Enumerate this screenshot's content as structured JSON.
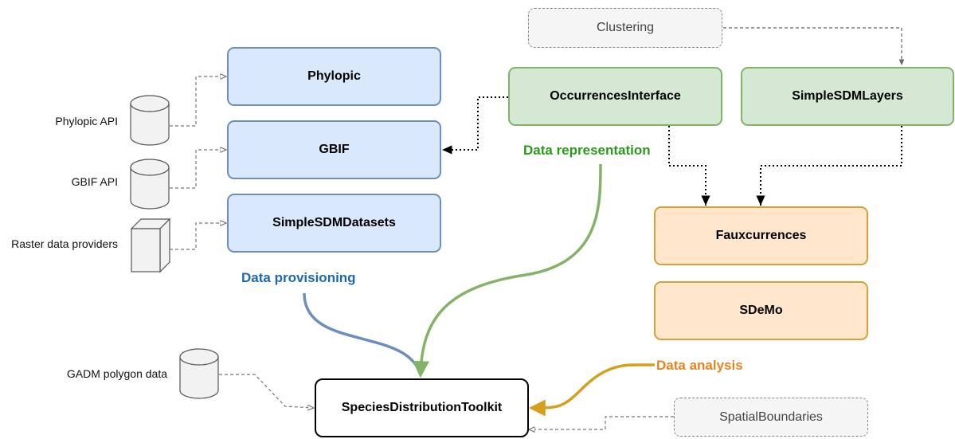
{
  "colors": {
    "provisioning": "#1f67b3",
    "representation": "#2a9a1a",
    "analysis": "#e8831f",
    "provisioning_edge": "#6c8ebf",
    "representation_edge": "#82b366",
    "analysis_edge": "#d6a01f"
  },
  "sources": {
    "phylopic_api": "Phylopic API",
    "gbif_api": "GBIF API",
    "raster": "Raster data providers",
    "gadm": "GADM polygon data"
  },
  "packages": {
    "phylopic": "Phylopic",
    "gbif": "GBIF",
    "simplesdmdatasets": "SimpleSDMDatasets",
    "clustering": "Clustering",
    "occurrences_interface": "OccurrencesInterface",
    "simplesdmlayers": "SimpleSDMLayers",
    "fauxcurrences": "Fauxcurrences",
    "sdemo": "SDeMo",
    "toolkit": "SpeciesDistributionToolkit",
    "spatial_boundaries": "SpatialBoundaries"
  },
  "groups": {
    "provisioning": "Data provisioning",
    "representation": "Data representation",
    "analysis": "Data analysis"
  }
}
